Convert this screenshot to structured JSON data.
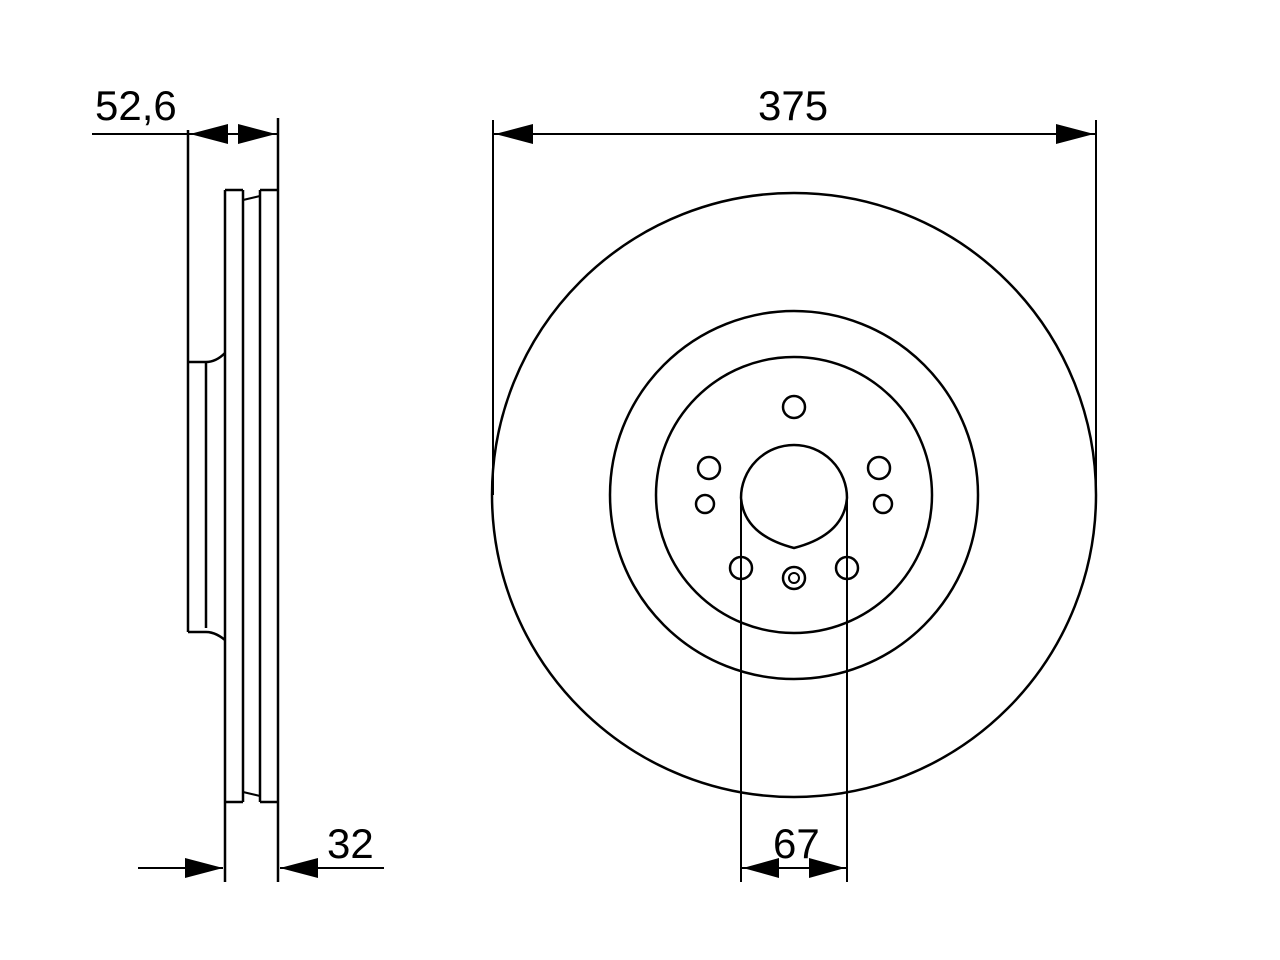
{
  "dimensions": {
    "hub_height": "52,6",
    "disc_thickness": "32",
    "outer_diameter": "375",
    "center_bore": "67"
  },
  "colors": {
    "line": "#000000",
    "background": "#ffffff"
  }
}
